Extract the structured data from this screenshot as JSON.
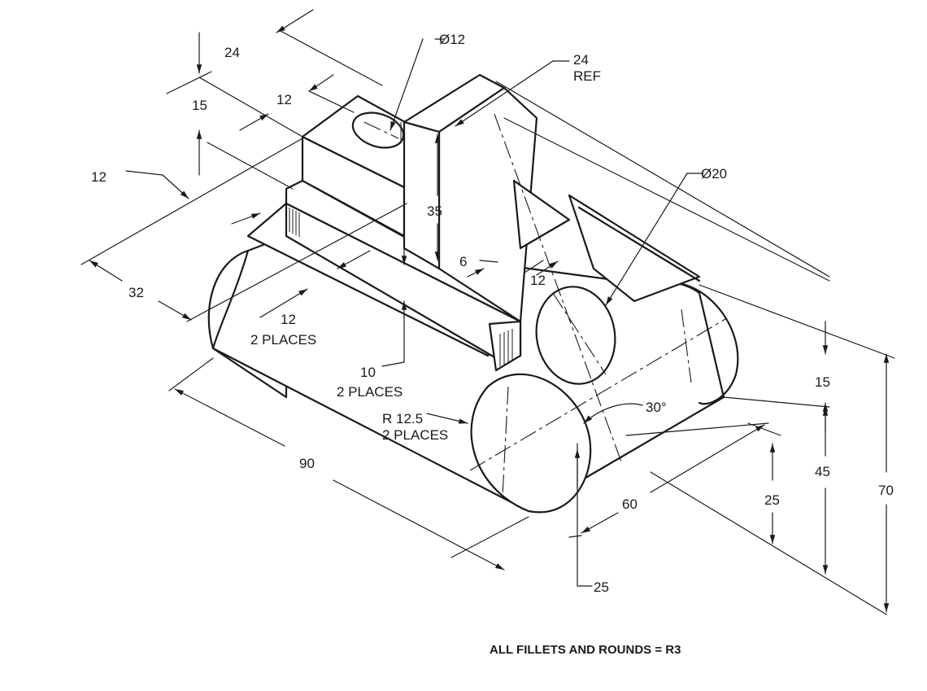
{
  "drawing": {
    "dimensions": {
      "d24_top": "24",
      "d15": "15",
      "d12_slot": "12",
      "d12_left": "12",
      "d32": "32",
      "d12_2places": "12",
      "d2places_a": "2 PLACES",
      "d10": "10",
      "d2places_b": "2 PLACES",
      "r12_5": "R 12.5",
      "d2places_c": "2 PLACES",
      "d90": "90",
      "d35": "35",
      "d6": "6",
      "d12_rib": "12",
      "dia12": "Ø12",
      "d24_ref": "24",
      "ref": "REF",
      "dia20": "Ø20",
      "d15_right": "15",
      "d45": "45",
      "d70": "70",
      "d25_vert": "25",
      "d60": "60",
      "d25_bottom": "25",
      "ang30": "30°"
    },
    "note": "ALL FILLETS AND ROUNDS = R3"
  }
}
